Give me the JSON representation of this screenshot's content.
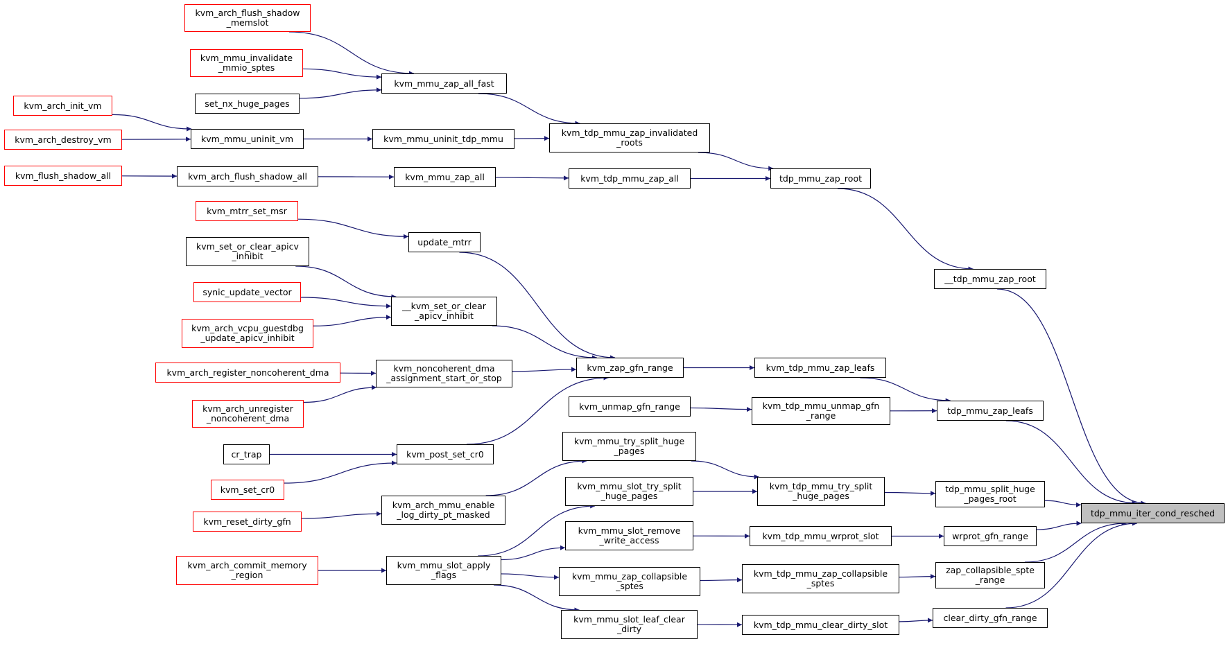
{
  "colors": {
    "edge": "#191970",
    "node_border": "#000000",
    "truncated_border": "#ff0000",
    "root_fill": "#bfbfbf"
  },
  "nodes": {
    "root": {
      "label": "tdp_mmu_iter_cond_resched",
      "truncated": false,
      "root": true
    },
    "tdp_mmu_zap_root_dunder": {
      "label": "__tdp_mmu_zap_root",
      "truncated": false
    },
    "tdp_mmu_zap_leafs": {
      "label": "tdp_mmu_zap_leafs",
      "truncated": false
    },
    "tdp_mmu_split_huge_pages_root": {
      "label": "tdp_mmu_split_huge\n_pages_root",
      "truncated": false
    },
    "wrprot_gfn_range": {
      "label": "wrprot_gfn_range",
      "truncated": false
    },
    "zap_collapsible_spte_range": {
      "label": "zap_collapsible_spte\n_range",
      "truncated": false
    },
    "clear_dirty_gfn_range": {
      "label": "clear_dirty_gfn_range",
      "truncated": false
    },
    "tdp_mmu_zap_root": {
      "label": "tdp_mmu_zap_root",
      "truncated": false
    },
    "kvm_tdp_mmu_zap_invalidated_roots": {
      "label": "kvm_tdp_mmu_zap_invalidated\n_roots",
      "truncated": false
    },
    "kvm_tdp_mmu_zap_all": {
      "label": "kvm_tdp_mmu_zap_all",
      "truncated": false
    },
    "kvm_mmu_zap_all_fast": {
      "label": "kvm_mmu_zap_all_fast",
      "truncated": false
    },
    "kvm_mmu_uninit_tdp_mmu": {
      "label": "kvm_mmu_uninit_tdp_mmu",
      "truncated": false
    },
    "kvm_mmu_zap_all": {
      "label": "kvm_mmu_zap_all",
      "truncated": false
    },
    "kvm_arch_flush_shadow_memslot": {
      "label": "kvm_arch_flush_shadow\n_memslot",
      "truncated": true
    },
    "kvm_mmu_invalidate_mmio_sptes": {
      "label": "kvm_mmu_invalidate\n_mmio_sptes",
      "truncated": true
    },
    "set_nx_huge_pages": {
      "label": "set_nx_huge_pages",
      "truncated": false
    },
    "kvm_mmu_uninit_vm": {
      "label": "kvm_mmu_uninit_vm",
      "truncated": false
    },
    "kvm_arch_init_vm": {
      "label": "kvm_arch_init_vm",
      "truncated": true
    },
    "kvm_arch_destroy_vm": {
      "label": "kvm_arch_destroy_vm",
      "truncated": true
    },
    "kvm_arch_flush_shadow_all": {
      "label": "kvm_arch_flush_shadow_all",
      "truncated": false
    },
    "kvm_flush_shadow_all": {
      "label": "kvm_flush_shadow_all",
      "truncated": true
    },
    "kvm_tdp_mmu_zap_leafs": {
      "label": "kvm_tdp_mmu_zap_leafs",
      "truncated": false
    },
    "kvm_tdp_mmu_unmap_gfn_range": {
      "label": "kvm_tdp_mmu_unmap_gfn\n_range",
      "truncated": false
    },
    "kvm_zap_gfn_range": {
      "label": "kvm_zap_gfn_range",
      "truncated": false
    },
    "kvm_unmap_gfn_range": {
      "label": "kvm_unmap_gfn_range",
      "truncated": false
    },
    "update_mtrr": {
      "label": "update_mtrr",
      "truncated": false
    },
    "kvm_mtrr_set_msr": {
      "label": "kvm_mtrr_set_msr",
      "truncated": true
    },
    "kvm_set_or_clear_apicv_inhibit_dunder": {
      "label": "__kvm_set_or_clear\n_apicv_inhibit",
      "truncated": false
    },
    "kvm_set_or_clear_apicv_inhibit": {
      "label": "kvm_set_or_clear_apicv\n_inhibit",
      "truncated": false
    },
    "synic_update_vector": {
      "label": "synic_update_vector",
      "truncated": true
    },
    "kvm_arch_vcpu_guestdbg_update_apicv_inhibit": {
      "label": "kvm_arch_vcpu_guestdbg\n_update_apicv_inhibit",
      "truncated": true
    },
    "kvm_noncoherent_dma_assignment_start_or_stop": {
      "label": "kvm_noncoherent_dma\n_assignment_start_or_stop",
      "truncated": false
    },
    "kvm_arch_register_noncoherent_dma": {
      "label": "kvm_arch_register_noncoherent_dma",
      "truncated": true
    },
    "kvm_arch_unregister_noncoherent_dma": {
      "label": "kvm_arch_unregister\n_noncoherent_dma",
      "truncated": true
    },
    "kvm_post_set_cr0": {
      "label": "kvm_post_set_cr0",
      "truncated": false
    },
    "cr_trap": {
      "label": "cr_trap",
      "truncated": false
    },
    "kvm_set_cr0": {
      "label": "kvm_set_cr0",
      "truncated": true
    },
    "kvm_tdp_mmu_try_split_huge_pages": {
      "label": "kvm_tdp_mmu_try_split\n_huge_pages",
      "truncated": false
    },
    "kvm_mmu_try_split_huge_pages": {
      "label": "kvm_mmu_try_split_huge\n_pages",
      "truncated": false
    },
    "kvm_mmu_slot_try_split_huge_pages": {
      "label": "kvm_mmu_slot_try_split\n_huge_pages",
      "truncated": false
    },
    "kvm_arch_mmu_enable_log_dirty_pt_masked": {
      "label": "kvm_arch_mmu_enable\n_log_dirty_pt_masked",
      "truncated": false
    },
    "kvm_reset_dirty_gfn": {
      "label": "kvm_reset_dirty_gfn",
      "truncated": true
    },
    "kvm_tdp_mmu_wrprot_slot": {
      "label": "kvm_tdp_mmu_wrprot_slot",
      "truncated": false
    },
    "kvm_mmu_slot_remove_write_access": {
      "label": "kvm_mmu_slot_remove\n_write_access",
      "truncated": false
    },
    "kvm_mmu_slot_apply_flags": {
      "label": "kvm_mmu_slot_apply\n_flags",
      "truncated": false
    },
    "kvm_arch_commit_memory_region": {
      "label": "kvm_arch_commit_memory\n_region",
      "truncated": true
    },
    "kvm_tdp_mmu_zap_collapsible_sptes": {
      "label": "kvm_tdp_mmu_zap_collapsible\n_sptes",
      "truncated": false
    },
    "kvm_mmu_zap_collapsible_sptes": {
      "label": "kvm_mmu_zap_collapsible\n_sptes",
      "truncated": false
    },
    "kvm_tdp_mmu_clear_dirty_slot": {
      "label": "kvm_tdp_mmu_clear_dirty_slot",
      "truncated": false
    },
    "kvm_mmu_slot_leaf_clear_dirty": {
      "label": "kvm_mmu_slot_leaf_clear\n_dirty",
      "truncated": false
    }
  },
  "edges": [
    [
      "tdp_mmu_zap_root_dunder",
      "root"
    ],
    [
      "tdp_mmu_zap_leafs",
      "root"
    ],
    [
      "tdp_mmu_split_huge_pages_root",
      "root"
    ],
    [
      "wrprot_gfn_range",
      "root"
    ],
    [
      "zap_collapsible_spte_range",
      "root"
    ],
    [
      "clear_dirty_gfn_range",
      "root"
    ],
    [
      "tdp_mmu_zap_root",
      "tdp_mmu_zap_root_dunder"
    ],
    [
      "kvm_tdp_mmu_zap_invalidated_roots",
      "tdp_mmu_zap_root"
    ],
    [
      "kvm_tdp_mmu_zap_all",
      "tdp_mmu_zap_root"
    ],
    [
      "kvm_mmu_zap_all_fast",
      "kvm_tdp_mmu_zap_invalidated_roots"
    ],
    [
      "kvm_mmu_uninit_tdp_mmu",
      "kvm_tdp_mmu_zap_invalidated_roots"
    ],
    [
      "kvm_mmu_zap_all",
      "kvm_tdp_mmu_zap_all"
    ],
    [
      "kvm_arch_flush_shadow_memslot",
      "kvm_mmu_zap_all_fast"
    ],
    [
      "kvm_mmu_invalidate_mmio_sptes",
      "kvm_mmu_zap_all_fast"
    ],
    [
      "set_nx_huge_pages",
      "kvm_mmu_zap_all_fast"
    ],
    [
      "kvm_mmu_uninit_vm",
      "kvm_mmu_uninit_tdp_mmu"
    ],
    [
      "kvm_arch_init_vm",
      "kvm_mmu_uninit_vm"
    ],
    [
      "kvm_arch_destroy_vm",
      "kvm_mmu_uninit_vm"
    ],
    [
      "kvm_arch_flush_shadow_all",
      "kvm_mmu_zap_all"
    ],
    [
      "kvm_flush_shadow_all",
      "kvm_arch_flush_shadow_all"
    ],
    [
      "kvm_tdp_mmu_zap_leafs",
      "tdp_mmu_zap_leafs"
    ],
    [
      "kvm_tdp_mmu_unmap_gfn_range",
      "tdp_mmu_zap_leafs"
    ],
    [
      "kvm_zap_gfn_range",
      "kvm_tdp_mmu_zap_leafs"
    ],
    [
      "kvm_unmap_gfn_range",
      "kvm_tdp_mmu_unmap_gfn_range"
    ],
    [
      "update_mtrr",
      "kvm_zap_gfn_range"
    ],
    [
      "kvm_set_or_clear_apicv_inhibit_dunder",
      "kvm_zap_gfn_range"
    ],
    [
      "kvm_noncoherent_dma_assignment_start_or_stop",
      "kvm_zap_gfn_range"
    ],
    [
      "kvm_post_set_cr0",
      "kvm_zap_gfn_range"
    ],
    [
      "kvm_mtrr_set_msr",
      "update_mtrr"
    ],
    [
      "kvm_set_or_clear_apicv_inhibit",
      "kvm_set_or_clear_apicv_inhibit_dunder"
    ],
    [
      "synic_update_vector",
      "kvm_set_or_clear_apicv_inhibit_dunder"
    ],
    [
      "kvm_arch_vcpu_guestdbg_update_apicv_inhibit",
      "kvm_set_or_clear_apicv_inhibit_dunder"
    ],
    [
      "kvm_arch_register_noncoherent_dma",
      "kvm_noncoherent_dma_assignment_start_or_stop"
    ],
    [
      "kvm_arch_unregister_noncoherent_dma",
      "kvm_noncoherent_dma_assignment_start_or_stop"
    ],
    [
      "cr_trap",
      "kvm_post_set_cr0"
    ],
    [
      "kvm_set_cr0",
      "kvm_post_set_cr0"
    ],
    [
      "kvm_tdp_mmu_try_split_huge_pages",
      "tdp_mmu_split_huge_pages_root"
    ],
    [
      "kvm_mmu_try_split_huge_pages",
      "kvm_tdp_mmu_try_split_huge_pages"
    ],
    [
      "kvm_mmu_slot_try_split_huge_pages",
      "kvm_tdp_mmu_try_split_huge_pages"
    ],
    [
      "kvm_arch_mmu_enable_log_dirty_pt_masked",
      "kvm_mmu_try_split_huge_pages"
    ],
    [
      "kvm_reset_dirty_gfn",
      "kvm_arch_mmu_enable_log_dirty_pt_masked"
    ],
    [
      "kvm_mmu_slot_apply_flags",
      "kvm_mmu_slot_try_split_huge_pages"
    ],
    [
      "kvm_tdp_mmu_wrprot_slot",
      "wrprot_gfn_range"
    ],
    [
      "kvm_mmu_slot_remove_write_access",
      "kvm_tdp_mmu_wrprot_slot"
    ],
    [
      "kvm_mmu_slot_apply_flags",
      "kvm_mmu_slot_remove_write_access"
    ],
    [
      "kvm_arch_commit_memory_region",
      "kvm_mmu_slot_apply_flags"
    ],
    [
      "kvm_tdp_mmu_zap_collapsible_sptes",
      "zap_collapsible_spte_range"
    ],
    [
      "kvm_mmu_zap_collapsible_sptes",
      "kvm_tdp_mmu_zap_collapsible_sptes"
    ],
    [
      "kvm_mmu_slot_apply_flags",
      "kvm_mmu_zap_collapsible_sptes"
    ],
    [
      "kvm_tdp_mmu_clear_dirty_slot",
      "clear_dirty_gfn_range"
    ],
    [
      "kvm_mmu_slot_leaf_clear_dirty",
      "kvm_tdp_mmu_clear_dirty_slot"
    ],
    [
      "kvm_mmu_slot_apply_flags",
      "kvm_mmu_slot_leaf_clear_dirty"
    ]
  ]
}
